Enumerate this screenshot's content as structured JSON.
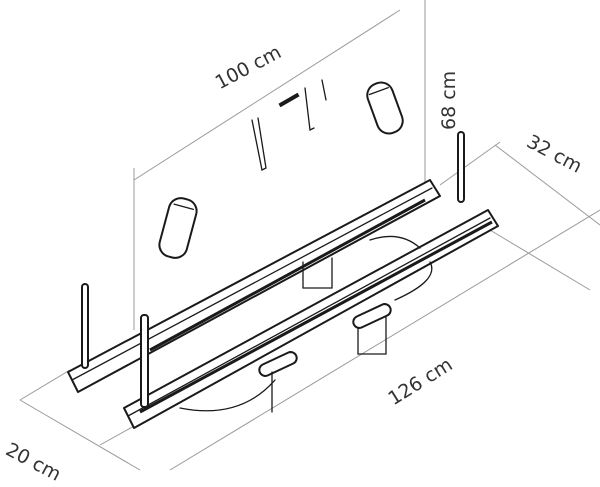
{
  "diagram": {
    "subject": "bike-carrier-rack",
    "dimensions": {
      "width_top": {
        "label": "100 cm"
      },
      "height": {
        "label": "68 cm"
      },
      "depth": {
        "label": "32 cm"
      },
      "length": {
        "label": "126 cm"
      },
      "rail_depth": {
        "label": "20 cm"
      }
    },
    "colors": {
      "line": "#1a1a1a",
      "dimension_line": "#9a9a9a",
      "label": "#333333",
      "background": "#ffffff"
    }
  }
}
